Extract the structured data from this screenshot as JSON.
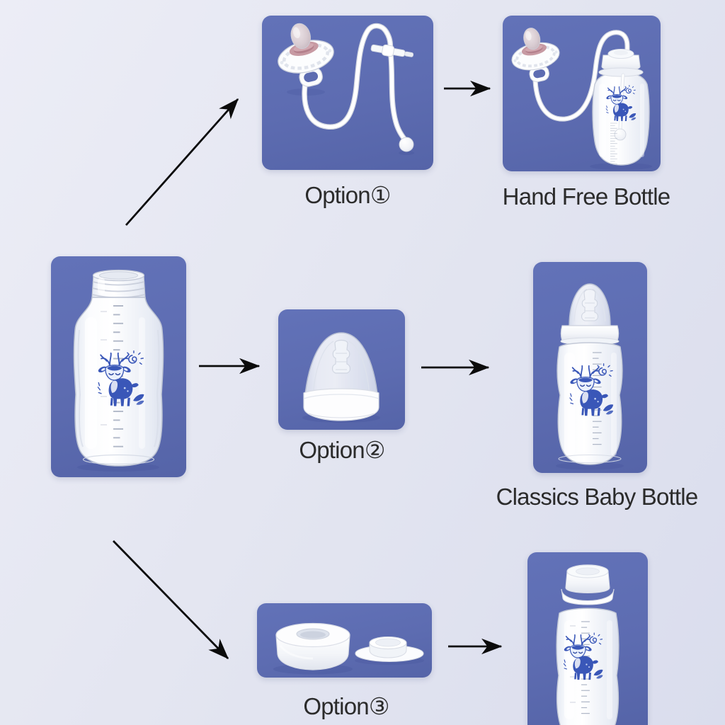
{
  "colors": {
    "background": "#e4e6f1",
    "panel_blue": "#5d6cb1",
    "arrow_black": "#0b0b0b",
    "label_text": "#2b2b2b",
    "print_blue": "#3a57b8",
    "pacifier_pink": "#c79aa3",
    "glass_outline": "#c3c9d7"
  },
  "panels": [
    {
      "name": "base-bottle",
      "item": "glass-bottle-body",
      "caption": ""
    },
    {
      "name": "option-1",
      "item": "pacifier-feeding-tube-kit",
      "caption": "Option①"
    },
    {
      "name": "hand-free-bottle",
      "item": "hand-free-bottle-assembly",
      "caption": "Hand Free Bottle"
    },
    {
      "name": "option-2",
      "item": "wide-neck-silicone-nipple",
      "caption": "Option②"
    },
    {
      "name": "classics-baby-bottle",
      "item": "assembled-baby-bottle",
      "caption": "Classics Baby Bottle"
    },
    {
      "name": "option-3",
      "item": "sealing-cap-and-disc",
      "caption": "Option③"
    },
    {
      "name": "storage-bottle",
      "item": "storage-bottle-with-cap",
      "caption": ""
    }
  ],
  "flows": [
    {
      "from": "base-bottle",
      "to": "option-1"
    },
    {
      "from": "option-1",
      "to": "hand-free-bottle"
    },
    {
      "from": "base-bottle",
      "to": "option-2"
    },
    {
      "from": "option-2",
      "to": "classics-baby-bottle"
    },
    {
      "from": "base-bottle",
      "to": "option-3"
    },
    {
      "from": "option-3",
      "to": "storage-bottle"
    }
  ]
}
